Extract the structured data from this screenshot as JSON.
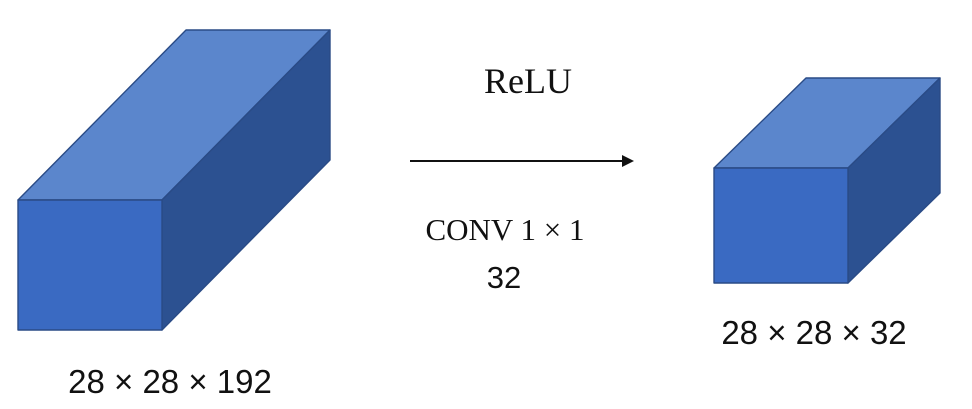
{
  "diagram": {
    "input_volume": {
      "label": "28 × 28 × 192",
      "dims": [
        28,
        28,
        192
      ]
    },
    "output_volume": {
      "label": "28 × 28 × 32",
      "dims": [
        28,
        28,
        32
      ]
    },
    "operation": {
      "activation": "ReLU",
      "conv_label": "CONV 1 × 1",
      "num_filters": "32"
    },
    "colors": {
      "front_face": "#3a6ac2",
      "top_face": "#5b86cc",
      "side_face": "#2c5191",
      "edge": "#2a4b86",
      "arrow": "#111111"
    }
  }
}
